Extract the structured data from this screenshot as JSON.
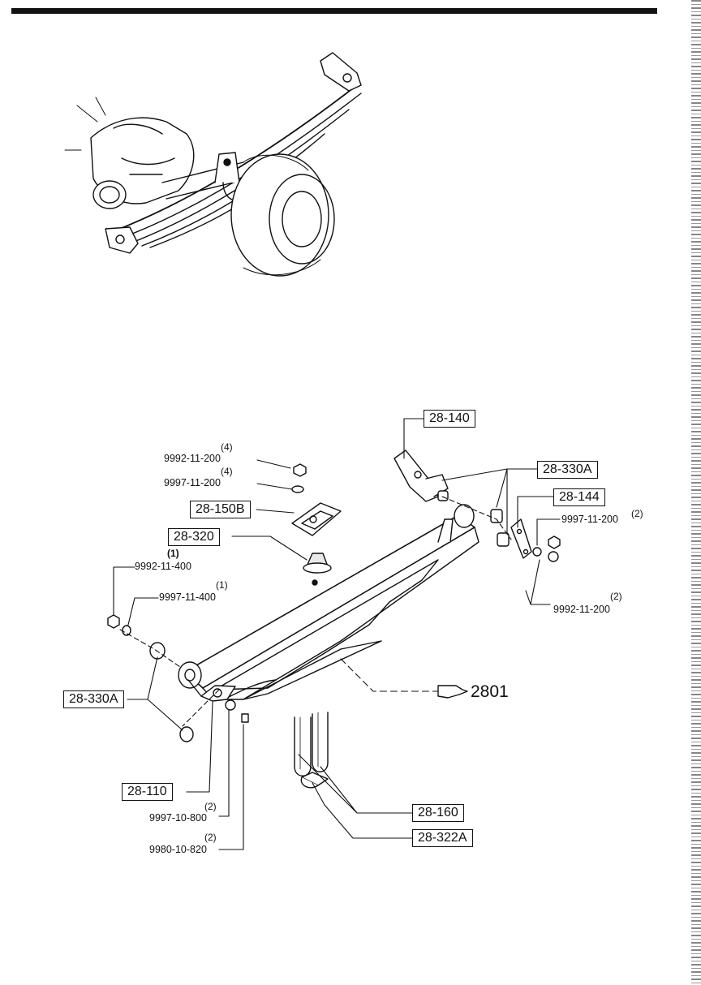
{
  "labels": {
    "l_28_140": "28-140",
    "l_28_330a_top": "28-330A",
    "l_28_144": "28-144",
    "l_28_150b": "28-150B",
    "l_28_320": "28-320",
    "l_28_330a_left": "28-330A",
    "l_28_110": "28-110",
    "l_28_160": "28-160",
    "l_28_322a": "28-322A"
  },
  "parts": {
    "p1": "9992-11-200",
    "q1": "(4)",
    "p2": "9997-11-200",
    "q2": "(4)",
    "p3": "9992-11-400",
    "q3": "(1)",
    "p4": "9997-11-400",
    "q4": "(1)",
    "p5": "9997-11-200",
    "q5": "(2)",
    "p6": "9992-11-200",
    "q6": "(2)",
    "p7": "9997-10-800",
    "q7": "(2)",
    "p8": "9980-10-820",
    "q8": "(2)"
  },
  "reference": {
    "section": "2801"
  },
  "colors": {
    "ink": "#111111",
    "paper": "#ffffff"
  }
}
